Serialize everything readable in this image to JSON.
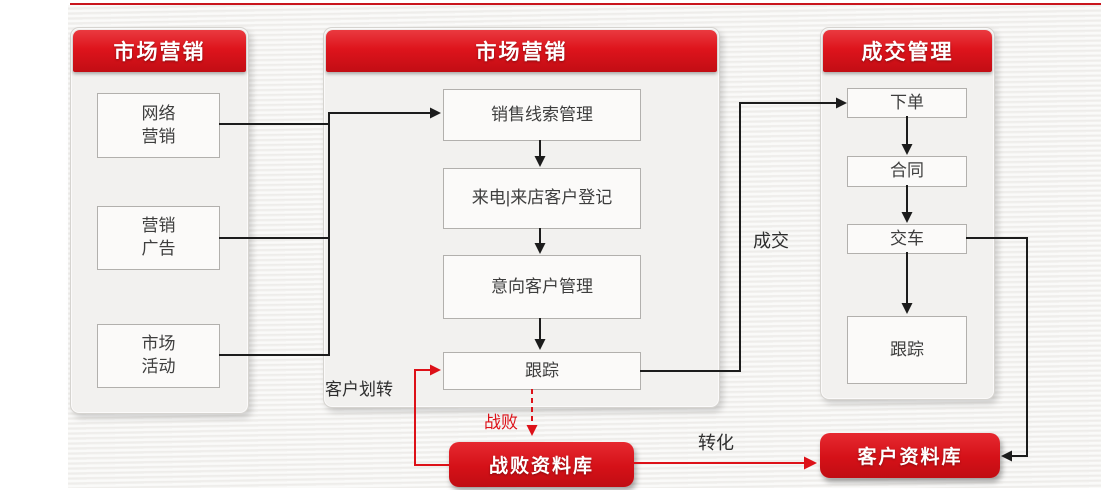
{
  "page": {
    "top_rule_color": "#c9151d",
    "background_color": "#f4f3f1"
  },
  "colors": {
    "header_red_top": "#ea3a40",
    "header_red_bottom": "#c20d14",
    "db_red": "#d51118",
    "black_line": "#1c1c1c",
    "red_line": "#dd1118",
    "node_border": "#b2b0ad",
    "node_text": "#3e3e3e"
  },
  "panels": [
    {
      "title": "市场营销",
      "boxes": [
        {
          "label": "网络\n营销"
        },
        {
          "label": "营销\n广告"
        },
        {
          "label": "市场\n活动"
        }
      ]
    },
    {
      "title": "市场营销",
      "boxes": [
        {
          "label": "销售线索管理"
        },
        {
          "label": "来电|来店客户登记"
        },
        {
          "label": "意向客户管理"
        },
        {
          "label": "跟踪"
        }
      ]
    },
    {
      "title": "成交管理",
      "boxes": [
        {
          "label": "下单"
        },
        {
          "label": "合同"
        },
        {
          "label": "交车"
        },
        {
          "label": "跟踪"
        }
      ]
    }
  ],
  "databases": [
    {
      "label": "战败资料库"
    },
    {
      "label": "客户资料库"
    }
  ],
  "edge_labels": {
    "deal": "成交",
    "customer_transfer": "客户划转",
    "lost": "战败",
    "convert": "转化"
  }
}
